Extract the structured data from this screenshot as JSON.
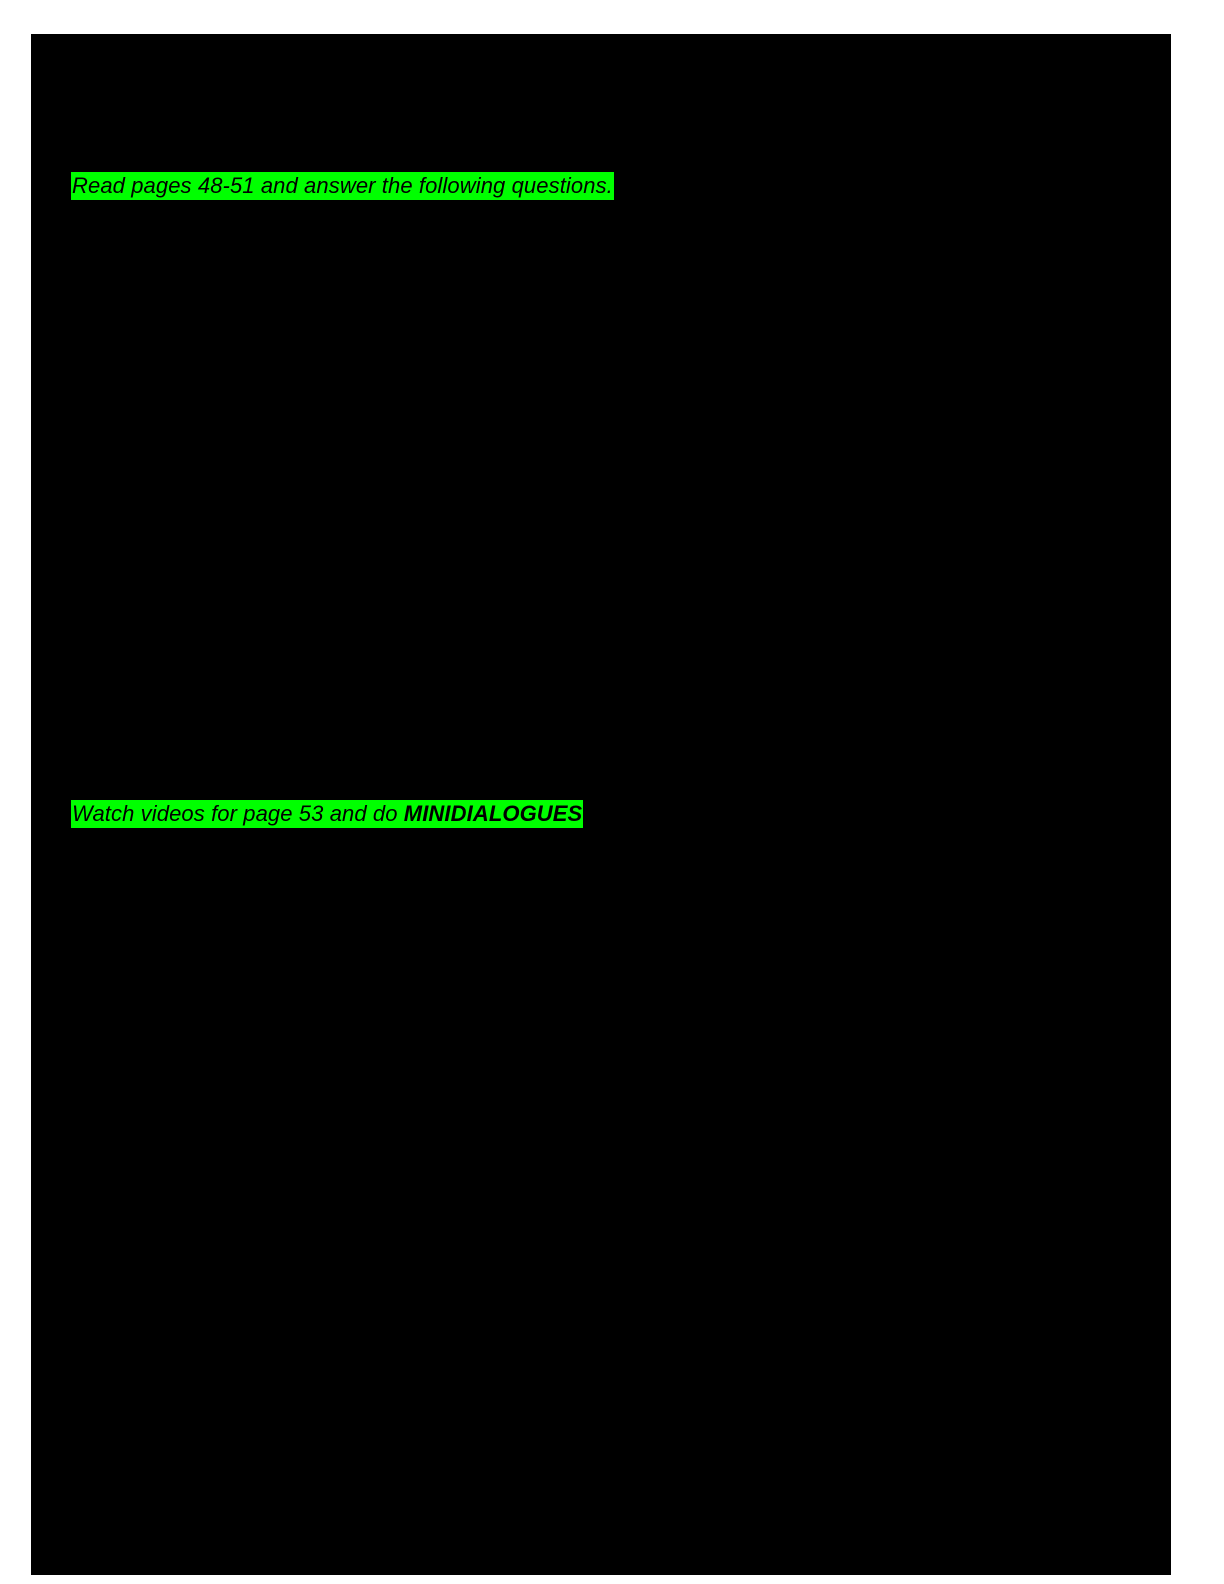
{
  "document": {
    "page_background": "#000000",
    "canvas_background": "#ffffff",
    "highlight_color": "#00ff00",
    "text_color": "#000000",
    "lines": [
      {
        "id": "read-pages",
        "text": "Read pages 48-51 and answer the following questions.",
        "highlighted": true,
        "style": "italic"
      },
      {
        "id": "watch-videos",
        "text_plain": "Watch videos for page 53 and do ",
        "text_bold": "MINIDIALOGUES",
        "highlighted": true,
        "style": "italic"
      }
    ],
    "blank_regions": [
      {
        "id": "questions-answer-area",
        "label": ""
      },
      {
        "id": "minidialogues-answer-area",
        "label": ""
      }
    ]
  }
}
